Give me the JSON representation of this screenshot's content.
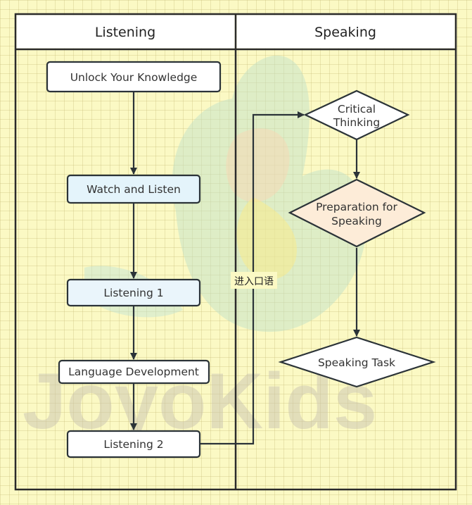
{
  "lanes": [
    {
      "title": "Listening"
    },
    {
      "title": "Speaking"
    }
  ],
  "nodes": {
    "unlock": {
      "label": "Unlock Your Knowledge"
    },
    "watch": {
      "label": "Watch and Listen"
    },
    "listening1": {
      "label": "Listening 1"
    },
    "language": {
      "label": "Language Development"
    },
    "listening2": {
      "label": "Listening 2"
    },
    "critical": {
      "label_lines": [
        "Critical",
        "Thinking"
      ]
    },
    "preparation": {
      "label_lines": [
        "Preparation for",
        "Speaking"
      ]
    },
    "task": {
      "label": "Speaking Task"
    }
  },
  "edges": {
    "to_speaking_label": "进入口语"
  },
  "watermark": {
    "text": "JoyoKids"
  },
  "colors": {
    "line": "#2b3338",
    "border": "#2b2b2b",
    "node_fill": "#ffffff",
    "watch_fill": "#e4f4fb",
    "listening1_fill": "#eaf5fb",
    "preparation_fill": "#fdecd8"
  }
}
